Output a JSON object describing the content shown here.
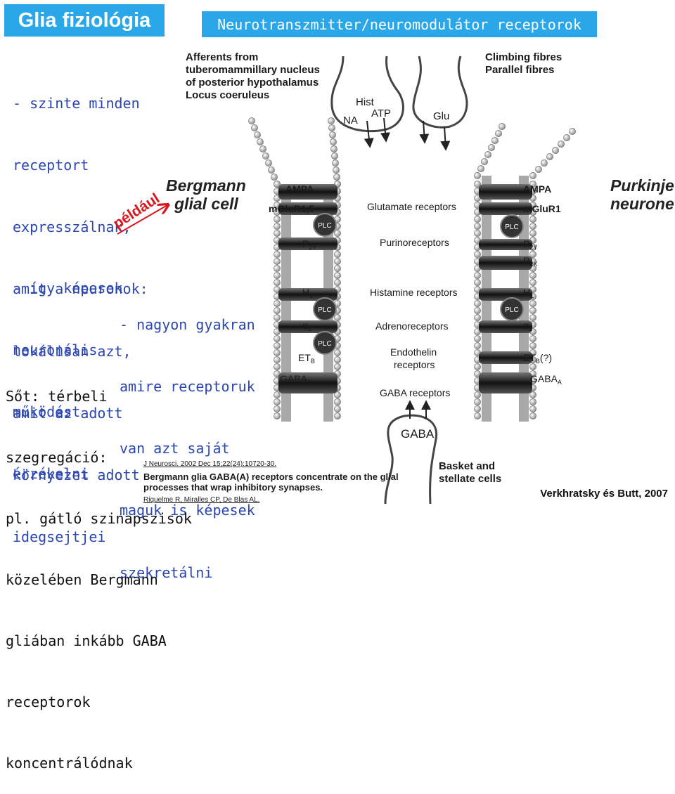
{
  "title": "Glia fiziológia",
  "banner": "Neurotranszmitter/neuromodulátor receptorok",
  "text_blocks": {
    "para1": [
      "- szinte minden",
      "receptort",
      "expresszálnak,",
      "amit a neuronok:",
      "lokálisan azt,",
      "amit az adott",
      "környezet adott",
      "idegsejtjei"
    ],
    "para2": [
      "- így képesek",
      "neuronális",
      "működést",
      "érzékelni"
    ],
    "para3": [
      "- nagyon gyakran",
      "amire receptoruk",
      "van azt saját",
      "maguk is képesek",
      "szekretálni"
    ],
    "para4": [
      "Sőt: térbeli",
      "szegregáció:",
      "pl. gátló szinapszisok",
      "közelében Bergmann",
      "gliában inkább GABA",
      "receptorok",
      "koncentrálódnak"
    ]
  },
  "annotation": "például",
  "credit": "Verkhratsky és Butt, 2007",
  "diagram": {
    "afferents_label": [
      "Afferents from",
      "tuberomammillary nucleus",
      "of posterior hypothalamus",
      "Locus coeruleus"
    ],
    "climbing_label": [
      "Climbing fibres",
      "Parallel fibres"
    ],
    "left_terminal": [
      "Hist",
      "ATP",
      "NA"
    ],
    "right_terminal": "Glu",
    "bergmann_label": [
      "Bergmann",
      "glial cell"
    ],
    "purkinje_label": [
      "Purkinje",
      "neurone"
    ],
    "left_receptors": [
      "AMPA",
      "mGluR1,5",
      "P",
      "H",
      "α",
      "ET",
      "GABA"
    ],
    "left_receptor_subs": [
      "",
      "",
      "2Y",
      "1",
      "1",
      "B",
      "A"
    ],
    "right_receptors": [
      "AMPA",
      "mGluR1",
      "P",
      "P",
      "H",
      "α",
      "ET",
      "GABA"
    ],
    "right_receptor_subs": [
      "",
      "",
      "2Y",
      "2X",
      "1",
      "1",
      "B",
      "A"
    ],
    "et_right_suffix": "(?)",
    "center_labels": [
      "Glutamate receptors",
      "Purinoreceptors",
      "Histamine receptors",
      "Adrenoreceptors",
      "Endothelin",
      "receptors",
      "GABA receptors"
    ],
    "plc": "PLC",
    "gaba_terminal": "GABA",
    "basket_label": [
      "Basket and",
      "stellate cells"
    ],
    "citation": {
      "journal": "J Neurosci. 2002 Dec 15;22(24):10720-30.",
      "title_lines": [
        "Bergmann glia GABA(A) receptors concentrate on the glial",
        "processes that wrap inhibitory synapses."
      ],
      "authors": "Riquelme R, Miralles CP, De Blas AL."
    }
  },
  "colors": {
    "banner": "#2aa7e8",
    "body_text": "#2b46b0",
    "annotation": "#d9161c"
  }
}
